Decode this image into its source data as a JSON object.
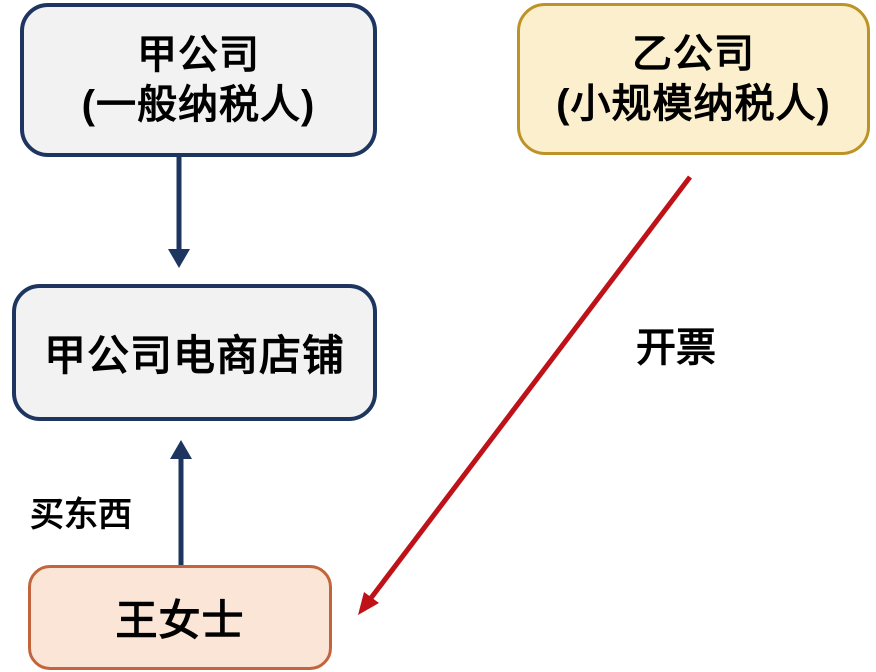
{
  "colors": {
    "background": "#FFFFFF",
    "navy": "#1E3560",
    "red": "#BE1218",
    "gray_fill": "#F2F2F3",
    "gold_border": "#BC9327",
    "yellow_fill": "#FBEFCD",
    "peach_fill": "#FBE5D6",
    "orange_border": "#C2653C",
    "text": "#000000"
  },
  "nodes": {
    "company_a": {
      "name": "甲公司",
      "qualifier": "(一般纳税人)"
    },
    "company_b": {
      "name": "乙公司",
      "qualifier": "(小规模纳税人)"
    },
    "shop": {
      "label": "甲公司电商店铺"
    },
    "customer": {
      "label": "王女士"
    }
  },
  "edges": {
    "ownership": {
      "from": "甲公司",
      "to": "甲公司电商店铺"
    },
    "purchase": {
      "from": "王女士",
      "to": "甲公司电商店铺",
      "label": "买东西"
    },
    "invoice": {
      "from": "乙公司",
      "to": "王女士",
      "label": "开票"
    }
  }
}
